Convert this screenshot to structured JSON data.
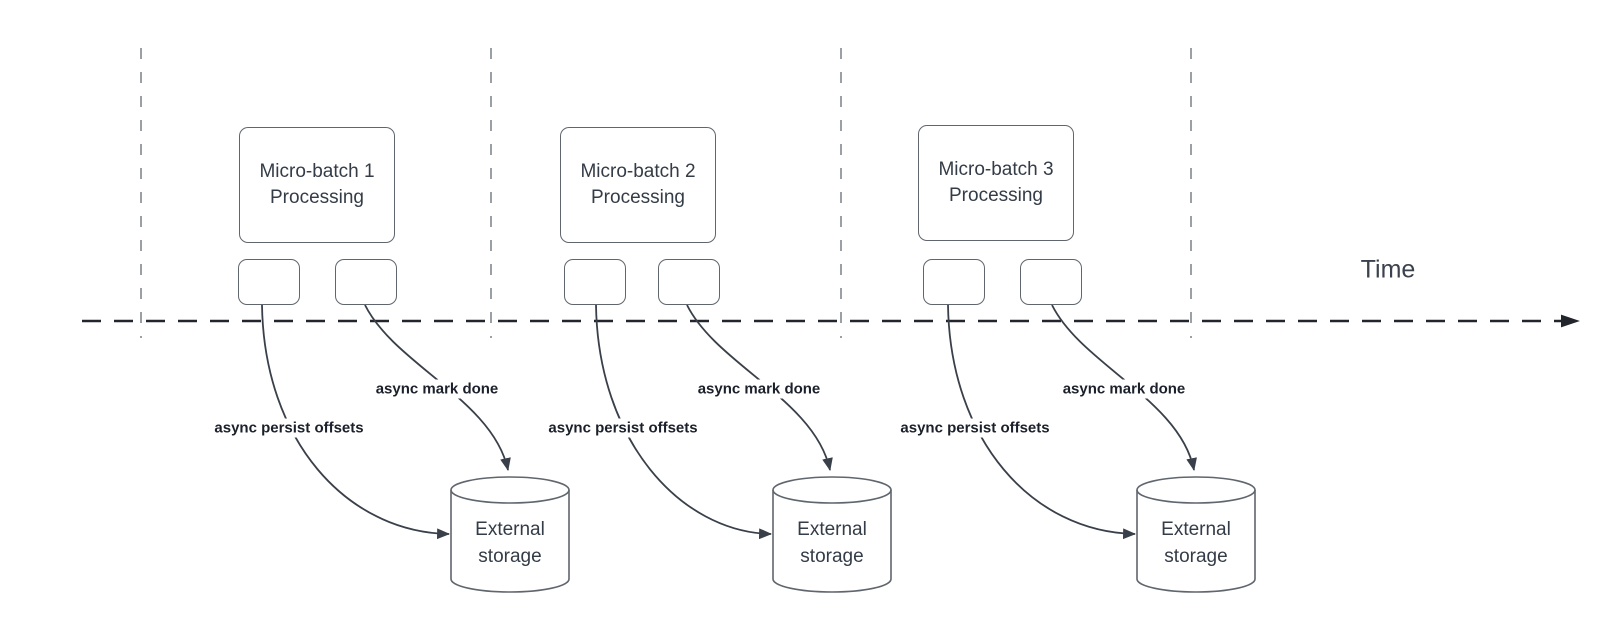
{
  "time_axis": {
    "label": "Time"
  },
  "groups": [
    {
      "box_line1": "Micro-batch 1",
      "box_line2": "Processing",
      "persist_arrow_label": "async persist offsets",
      "mark_done_arrow_label": "async mark done",
      "storage_line1": "External",
      "storage_line2": "storage"
    },
    {
      "box_line1": "Micro-batch 2",
      "box_line2": "Processing",
      "persist_arrow_label": "async persist offsets",
      "mark_done_arrow_label": "async mark done",
      "storage_line1": "External",
      "storage_line2": "storage"
    },
    {
      "box_line1": "Micro-batch 3",
      "box_line2": "Processing",
      "persist_arrow_label": "async persist offsets",
      "mark_done_arrow_label": "async mark done",
      "storage_line1": "External",
      "storage_line2": "storage"
    }
  ],
  "colors": {
    "background": "#ffffff",
    "shape_border": "#60666d",
    "shape_text": "#343c47",
    "arrow": "#39404a",
    "arrow_label_text": "#1b202a",
    "gridline": "#9aa0a6",
    "timeline": "#22262c",
    "time_label_text": "#3b424d"
  }
}
